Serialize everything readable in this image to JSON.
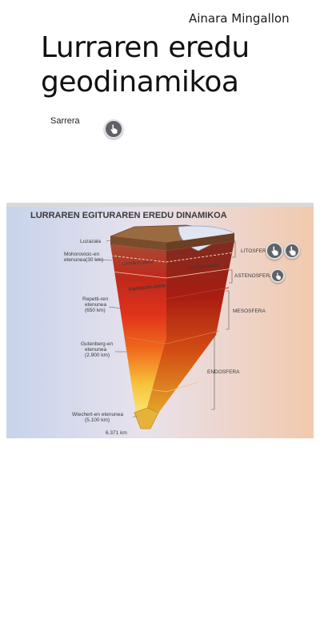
{
  "author": "Ainara Mingallon",
  "title": "Lurraren eredu geodinamikoa",
  "subtitle": "Sarrera",
  "diagram": {
    "heading": "LURRAREN EGITURAREN EREDU DINAMIKOA",
    "left_labels": {
      "luzazala": "Luzazala",
      "mohorovicic_1": "Mohorovicic-en",
      "mohorovicic_2": "etenunea(30 km)",
      "repetti_1": "Repetti-ren",
      "repetti_2": "etenunea",
      "repetti_3": "(650 km)",
      "gutenberg_1": "Gutenberg-en",
      "gutenberg_2": "etenunea",
      "gutenberg_3": "(2.900 km)",
      "wiechert": "Wiechert-en etenunea",
      "wiechert_2": "(5.100 km)",
      "radius": "6.371 km"
    },
    "inner_labels": {
      "litosfera_gaina": "Litosfera gaina",
      "litosfera_azpia": "Litosfera azpia",
      "trantsizio": "trantsizio-zona"
    },
    "right_labels": {
      "litosfera": "LITOSFERA",
      "astenosfera": "ASTENOSFERA",
      "mesosfera": "MESOSFERA",
      "endosfera": "ENDOSFERA"
    }
  },
  "icons": {
    "hotspot": "hand-pointer-icon"
  },
  "colors": {
    "hotspot_bg": "#5f6368",
    "core_yellow": "#f7e45a",
    "mantle_red": "#e02a18",
    "crust_brown": "#8a5a35"
  }
}
